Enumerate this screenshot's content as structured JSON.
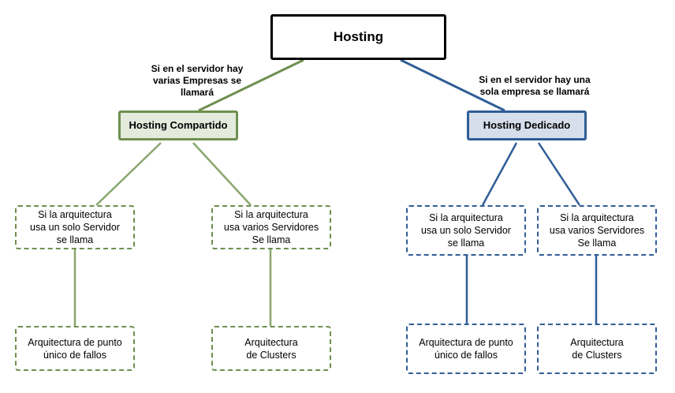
{
  "root": {
    "label": "Hosting"
  },
  "notes": {
    "left": "Si en el servidor hay\nvarias Empresas se\nllamará",
    "right": "Si en el servidor hay una\nsola empresa se llamará"
  },
  "branches": {
    "shared": {
      "label": "Hosting Compartido",
      "single_condition": "Si la arquitectura\nusa un solo Servidor\nse llama",
      "multi_condition": "Si la arquitectura\nusa varios Servidores\nSe llama",
      "single_result": "Arquitectura de punto\núnico de fallos",
      "multi_result": "Arquitectura\nde Clusters",
      "color": "#6f8f4f"
    },
    "dedicated": {
      "label": "Hosting Dedicado",
      "single_condition": "Si la arquitectura\nusa un solo Servidor\nse llama",
      "multi_condition": "Si la arquitectura\nusa varios Servidores\nSe llama",
      "single_result": "Arquitectura de punto\núnico de fallos",
      "multi_result": "Arquitectura\nde Clusters",
      "color": "#2f5d96"
    }
  }
}
